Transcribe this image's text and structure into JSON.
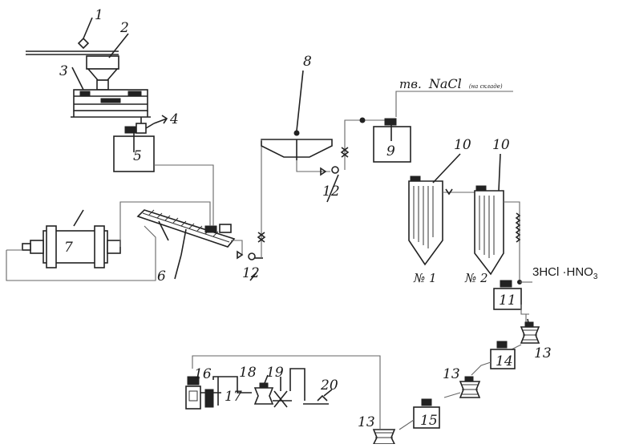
{
  "labels": {
    "n1": "1",
    "n2": "2",
    "n3": "3",
    "n4": "4",
    "n5": "5",
    "n6": "6",
    "n7": "7",
    "n8": "8",
    "n9": "9",
    "n10a": "10",
    "n10b": "10",
    "n11": "11",
    "n12a": "12",
    "n12b": "12",
    "n13a": "13",
    "n13b": "13",
    "n13c": "13",
    "n14": "14",
    "n15": "15",
    "n16": "16",
    "n17": "17",
    "n18": "18",
    "n19": "19",
    "n20": "20",
    "tank1": "№ 1",
    "tank2": "№ 2"
  },
  "streams": {
    "nacl_prefix": "тв.",
    "nacl_formula": "NaCl",
    "nacl_note": "(на складе)",
    "acid": "3HCl ·HNO",
    "acid_sub": "3"
  }
}
